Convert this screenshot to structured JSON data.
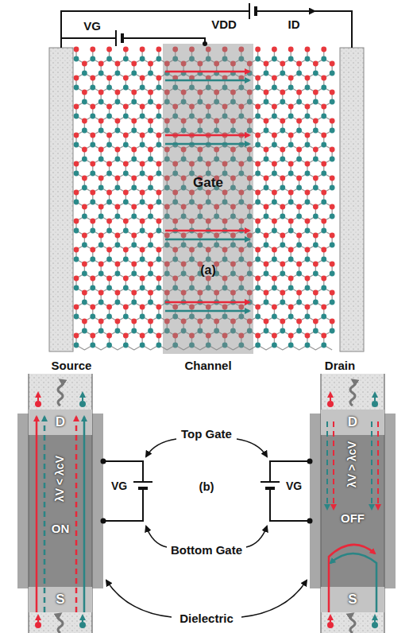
{
  "diagram": {
    "nodes": [
      {
        "text": [
          "Gate"
        ]
      },
      {
        "text": [
          "D"
        ]
      },
      {
        "text": [
          "λV < λcV",
          "ON"
        ]
      },
      {
        "text": [
          "S"
        ]
      },
      {
        "text": [
          "D"
        ]
      },
      {
        "text": [
          "λV > λcV",
          "OFF"
        ]
      },
      {
        "text": [
          "S"
        ]
      }
    ],
    "labels": [
      "VG",
      "VDD",
      "ID",
      "(a)",
      "Source",
      "Channel",
      "Drain",
      "Top Gate",
      "VG",
      "(b)",
      "VG",
      "Bottom Gate",
      "Dielectric"
    ]
  }
}
